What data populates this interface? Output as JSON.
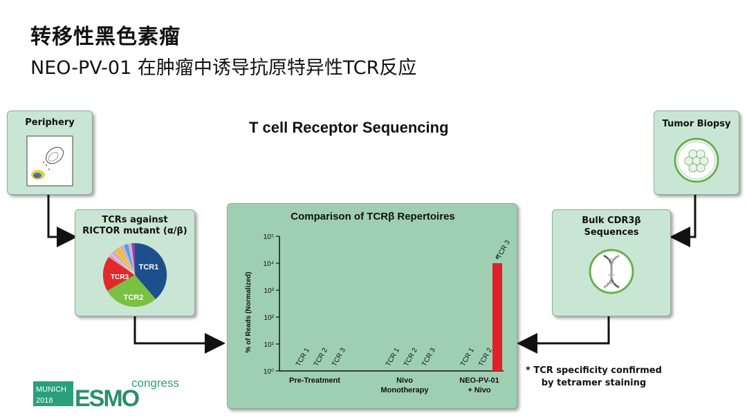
{
  "header": {
    "title": "转移性黑色素瘤",
    "subtitle": "NEO-PV-01 在肿瘤中诱导抗原特异性TCR反应"
  },
  "diagram": {
    "center_title": "T cell Receptor Sequencing",
    "periphery_label": "Periphery",
    "tumor_label": "Tumor Biopsy",
    "tcr_box_label_1": "TCRs against",
    "tcr_box_label_2": "RICTOR mutant (α/β)",
    "bulk_label_1": "Bulk CDR3β",
    "bulk_label_2": "Sequences",
    "pie_labels": [
      "TCR1",
      "TCR2",
      "TCR3"
    ],
    "footnote_1": "* TCR specificity confirmed",
    "footnote_2": "by tetramer staining"
  },
  "chart_data": {
    "type": "bar",
    "title": "Comparison of TCRβ Repertoires",
    "ylabel": "% of Reads (Normalized)",
    "yscale": "log",
    "ylim": [
      1,
      100000
    ],
    "y_ticks": [
      "10⁰",
      "10¹",
      "10²",
      "10³",
      "10⁴",
      "10⁵"
    ],
    "groups": [
      {
        "label_1": "Pre-Treatment",
        "label_2": "",
        "bars": [
          {
            "label": "TCR 1",
            "value": 1
          },
          {
            "label": "TCR 2",
            "value": 1
          },
          {
            "label": "TCR 3",
            "value": 1
          }
        ]
      },
      {
        "label_1": "Nivo",
        "label_2": "Monotherapy",
        "bars": [
          {
            "label": "TCR 1",
            "value": 1
          },
          {
            "label": "TCR 2",
            "value": 1
          },
          {
            "label": "TCR 3",
            "value": 1
          }
        ]
      },
      {
        "label_1": "NEO-PV-01",
        "label_2": "+ Nivo",
        "bars": [
          {
            "label": "TCR 1",
            "value": 1
          },
          {
            "label": "TCR 2",
            "value": 1
          },
          {
            "label": "TCR 3",
            "value": 10000,
            "annotation": "*"
          }
        ]
      }
    ],
    "colors": {
      "highlight_bar": "#e0212a",
      "panel_bg": "#9fcfb2"
    }
  },
  "logo": {
    "city": "MUNICH",
    "year": "2018",
    "brand": "ESMO",
    "suffix": "congress"
  }
}
